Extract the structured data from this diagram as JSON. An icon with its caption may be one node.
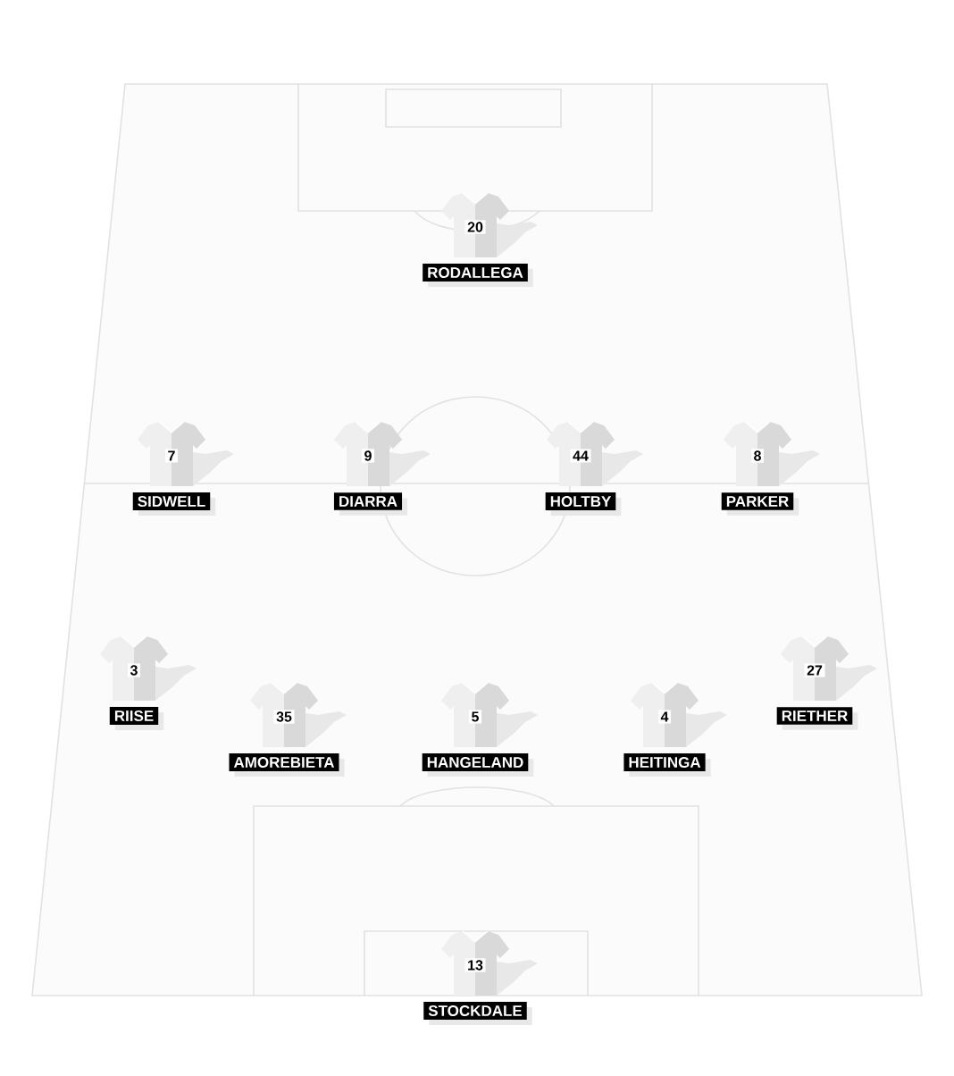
{
  "diagram": {
    "nodes": [
      {
        "text": [
          "20"
        ],
        "beside": [
          "RODALLEGA"
        ]
      },
      {
        "text": [
          "7"
        ],
        "beside": [
          "SIDWELL"
        ]
      },
      {
        "text": [
          "9"
        ],
        "beside": [
          "DIARRA"
        ]
      },
      {
        "text": [
          "44"
        ],
        "beside": [
          "HOLTBY"
        ]
      },
      {
        "text": [
          "8"
        ],
        "beside": [
          "PARKER"
        ]
      },
      {
        "text": [
          "3"
        ],
        "beside": [
          "RIISE"
        ]
      },
      {
        "text": [
          "35"
        ],
        "beside": [
          "AMOREBIETA"
        ]
      },
      {
        "text": [
          "5"
        ],
        "beside": [
          "HANGELAND"
        ]
      },
      {
        "text": [
          "4"
        ],
        "beside": [
          "HEITINGA"
        ]
      },
      {
        "text": [
          "27"
        ],
        "beside": [
          "RIETHER"
        ]
      },
      {
        "text": [
          "13"
        ],
        "beside": [
          "STOCKDALE"
        ]
      }
    ]
  }
}
